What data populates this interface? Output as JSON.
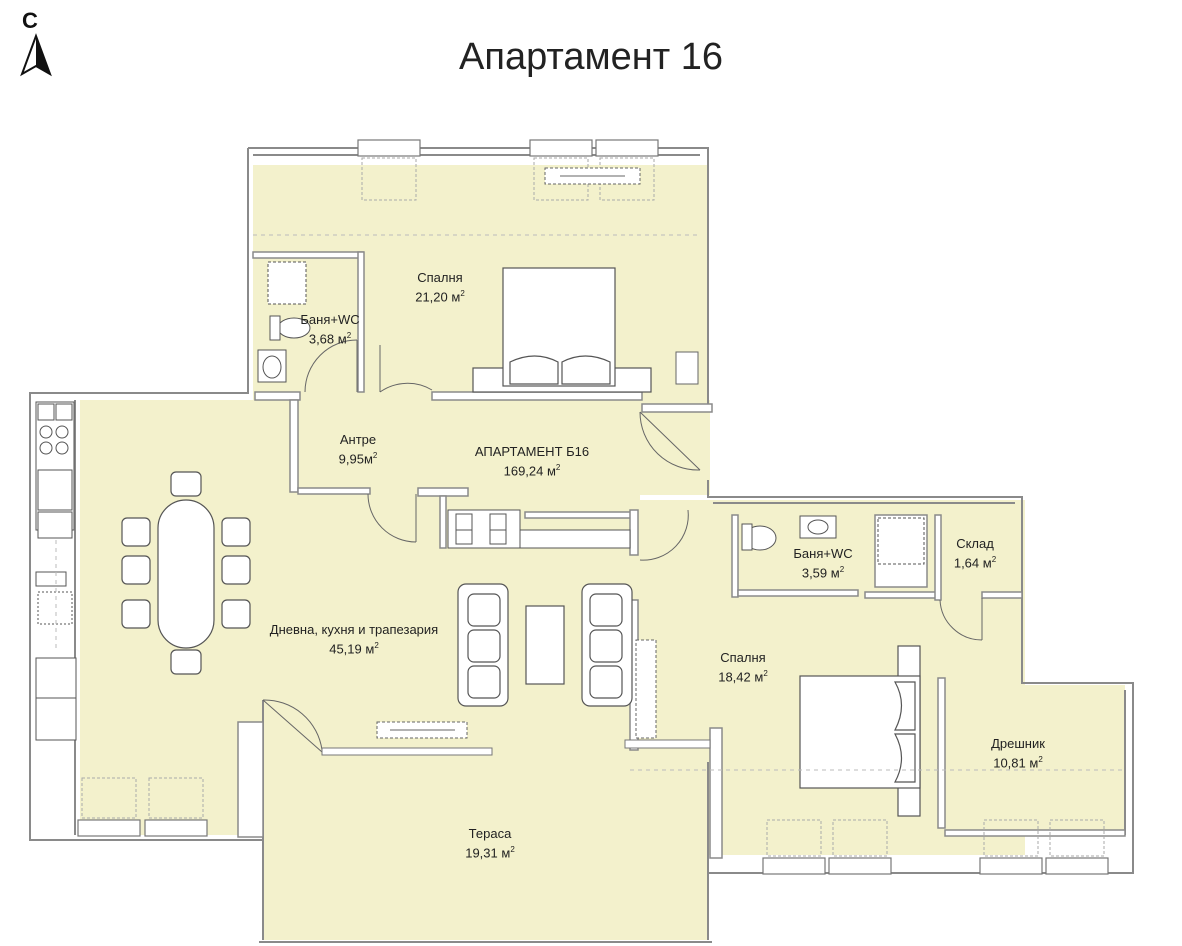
{
  "title": "Апартамент 16",
  "compass": {
    "letter": "С",
    "icon": "north-arrow-icon"
  },
  "colors": {
    "floor": "#f3f1cc",
    "wall": "#8a8a8a",
    "furniture": "#ffffff",
    "stroke": "#555555",
    "text": "#222222"
  },
  "rooms": [
    {
      "id": "bedroom1",
      "name": "Спалня",
      "area": "21,20 м",
      "sup": "2"
    },
    {
      "id": "bath1",
      "name": "Баня+WC",
      "area": "3,68 м",
      "sup": "2"
    },
    {
      "id": "hall",
      "name": "Антре",
      "area": "9,95м",
      "sup": "2"
    },
    {
      "id": "apartment",
      "name": "АПАРТАМЕНТ Б16",
      "area": "169,24 м",
      "sup": "2"
    },
    {
      "id": "bath2",
      "name": "Баня+WC",
      "area": "3,59 м",
      "sup": "2"
    },
    {
      "id": "storage",
      "name": "Склад",
      "area": "1,64 м",
      "sup": "2"
    },
    {
      "id": "living",
      "name": "Дневна, кухня и трапезария",
      "area": "45,19 м",
      "sup": "2"
    },
    {
      "id": "bedroom2",
      "name": "Спалня",
      "area": "18,42 м",
      "sup": "2"
    },
    {
      "id": "wardrobe",
      "name": "Дрешник",
      "area": "10,81 м",
      "sup": "2"
    },
    {
      "id": "terrace",
      "name": "Тераса",
      "area": "19,31 м",
      "sup": "2"
    }
  ]
}
